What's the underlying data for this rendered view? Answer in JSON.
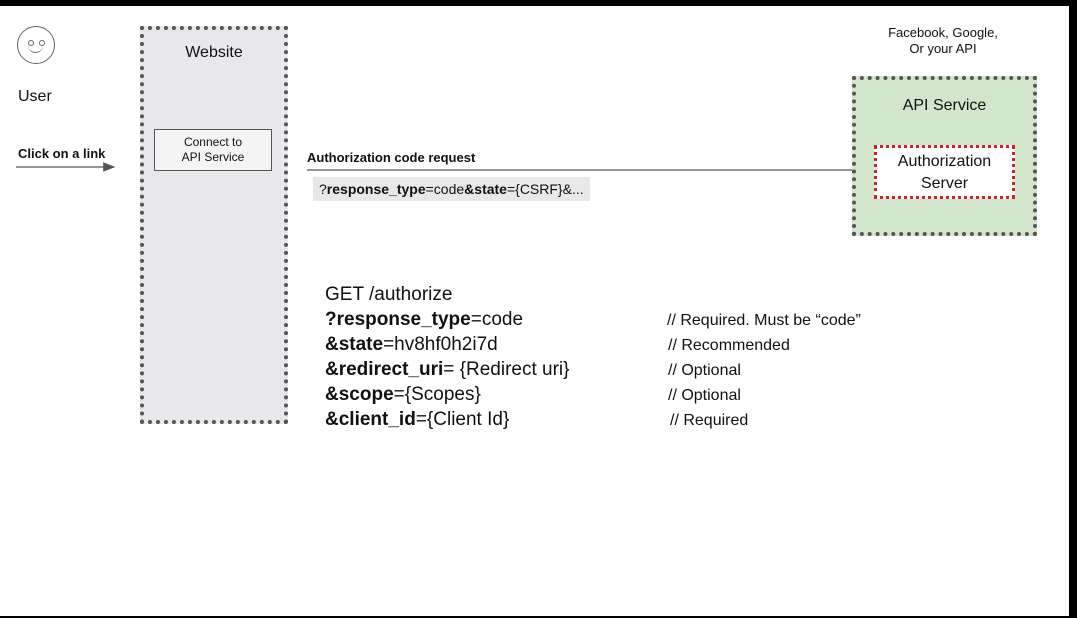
{
  "user": {
    "label": "User",
    "action": "Click on a link"
  },
  "website": {
    "title": "Website",
    "connect_button": [
      "Connect to",
      "API Service"
    ]
  },
  "flow": {
    "arrow_label": "Authorization code request",
    "query": {
      "prefix": "?",
      "k1": "response_type",
      "v1": "=code",
      "k2": "&state",
      "v2": "={CSRF}&..."
    }
  },
  "provider": {
    "label": [
      "Facebook, Google,",
      "Or your API"
    ],
    "api_title": "API Service",
    "authz_server": [
      "Authorization",
      "Server"
    ]
  },
  "request": {
    "method_line": "GET /authorize",
    "params": [
      {
        "key": "?response_type",
        "value": "=code",
        "comment": "// Required. Must be “code”"
      },
      {
        "key": "&state",
        "value": "=hv8hf0h2i7d",
        "comment": "// Recommended"
      },
      {
        "key": "&redirect_uri",
        "value": "= {Redirect uri}",
        "comment": "// Optional"
      },
      {
        "key": "&scope",
        "value": "={Scopes}",
        "comment": "// Optional"
      },
      {
        "key": "&client_id",
        "value": "={Client Id}",
        "comment": "// Required"
      }
    ]
  },
  "colors": {
    "website_fill": "#e8e8ec",
    "api_fill": "#d2e6cc",
    "authz_border": "#d42020"
  }
}
